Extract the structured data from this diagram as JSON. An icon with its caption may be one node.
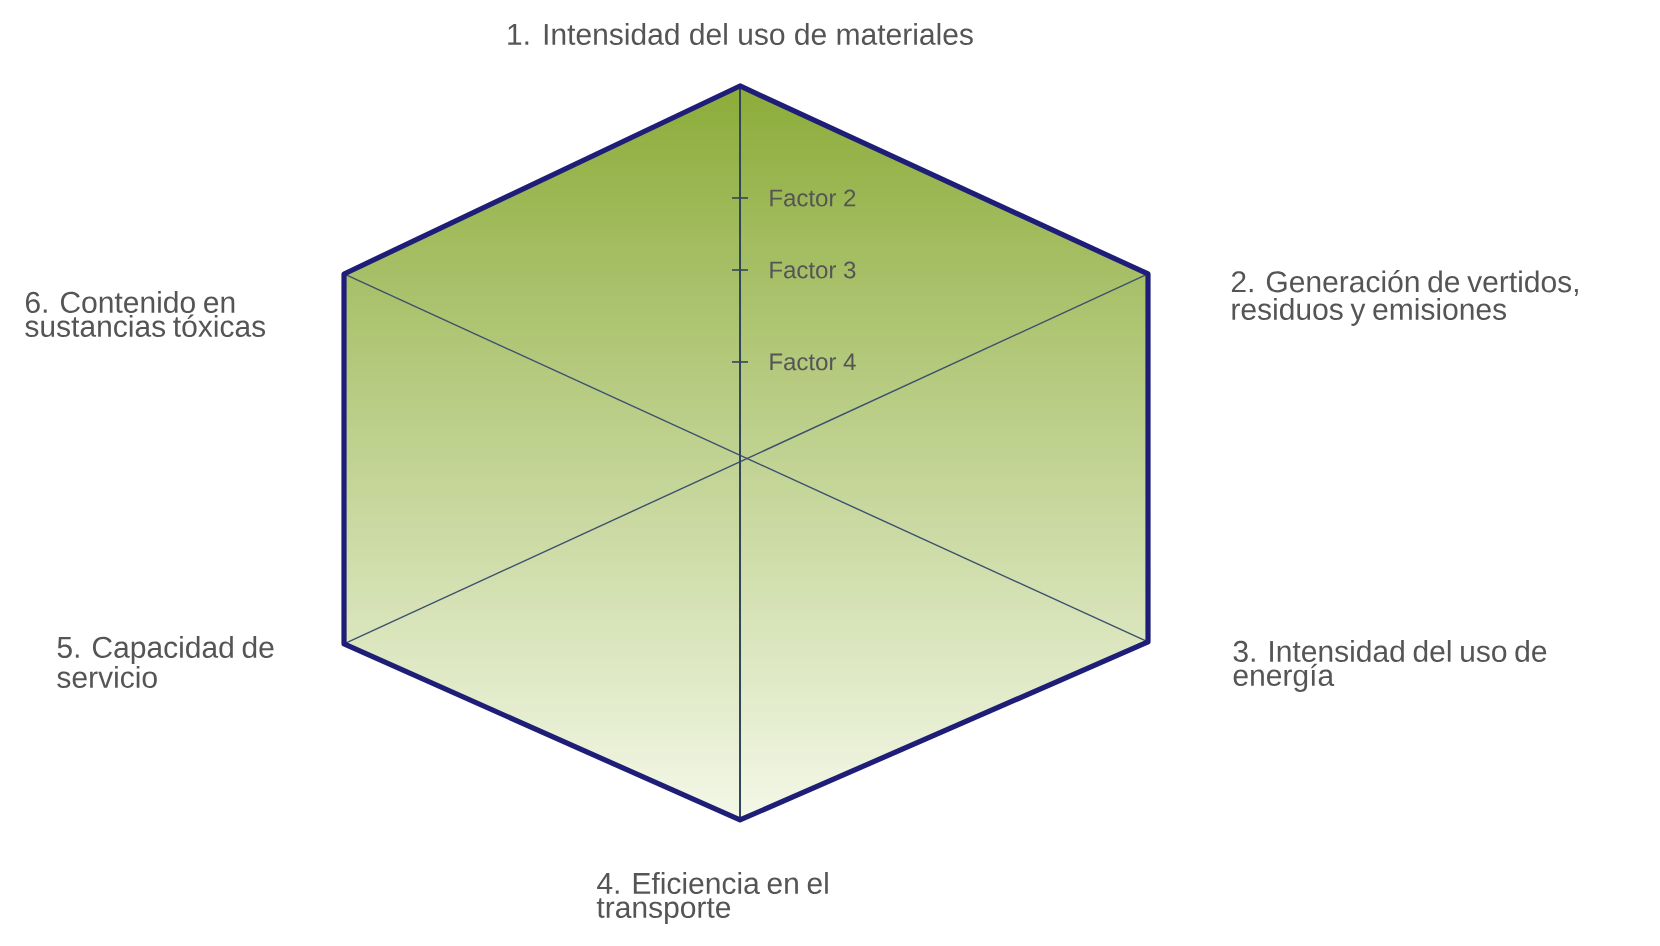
{
  "diagram": {
    "labels": [
      "1. Intensidad del uso de materiales",
      "Factor 2",
      "Factor 3",
      "Factor 4",
      "6. Contenido en sustancias tóxicas",
      "2. Generación de vertidos, residuos y emisiones",
      "5. Capacidad de servicio",
      "3. Intensidad del uso de energía",
      "4. Eficiencia en el transporte"
    ]
  }
}
